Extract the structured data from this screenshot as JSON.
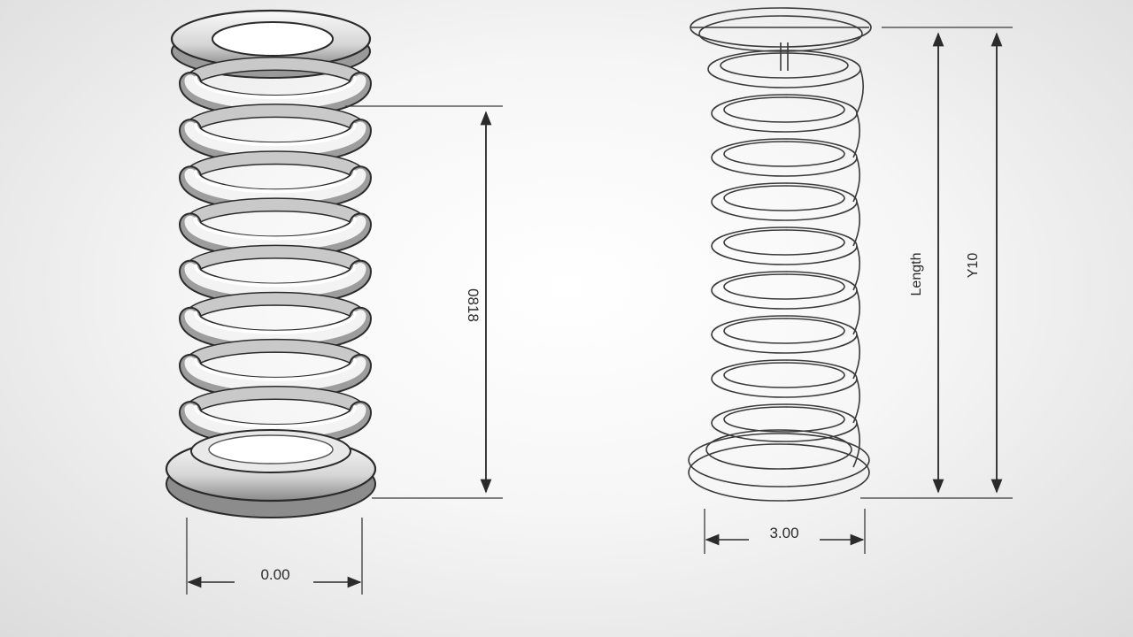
{
  "left_spring": {
    "coil_count": 8,
    "height_label": "0818",
    "width_label": "0.00"
  },
  "right_spring": {
    "coil_count": 9,
    "length_label": "Length",
    "overall_label": "Y10",
    "width_label": "3.00"
  },
  "colors": {
    "line": "#2b2b2b",
    "shade": "#b9b9b9",
    "highlight": "#ffffff"
  }
}
